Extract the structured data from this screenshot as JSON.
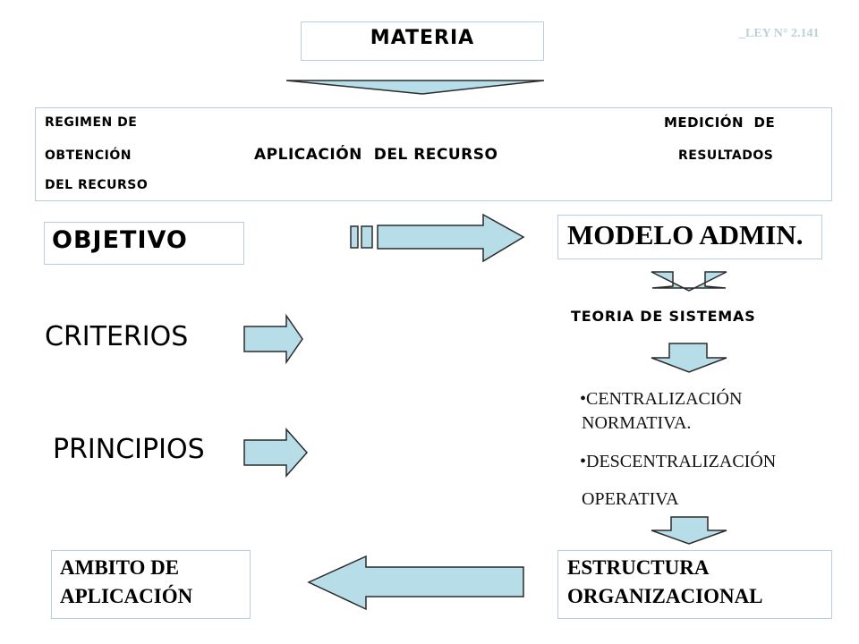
{
  "materia": "MATERIA",
  "ley": {
    "marker": "_",
    "text": "LEY N° 2.141"
  },
  "proceso": {
    "regimen_line1": "REGIMEN DE",
    "regimen_line2": "OBTENCIÓN",
    "regimen_line3": "DEL RECURSO",
    "aplicacion": "APLICACIÓN  DEL RECURSO",
    "medicion_line1": "MEDICIÓN  DE",
    "medicion_line2": "RESULTADOS"
  },
  "objetivo": "OBJETIVO",
  "modelo": "MODELO ADMIN.",
  "teoria": "TEORIA DE SISTEMAS",
  "criterios": "CRITERIOS",
  "principios": "PRINCIPIOS",
  "bullets": {
    "item1_line1": "•CENTRALIZACIÓN",
    "item1_line2": "NORMATIVA.",
    "item2_line1": "•DESCENTRALIZACIÓN",
    "item2_line2": "OPERATIVA"
  },
  "ambito": {
    "line1": "AMBITO DE",
    "line2": "APLICACIÓN"
  },
  "estructura": {
    "line1": "ESTRUCTURA",
    "line2": "ORGANIZACIONAL"
  },
  "colors": {
    "arrow_fill": "#b7dde8",
    "arrow_stroke": "#2b2b2b",
    "box_border": "#b8cfd8",
    "ley_color": "#bcd0d8"
  }
}
